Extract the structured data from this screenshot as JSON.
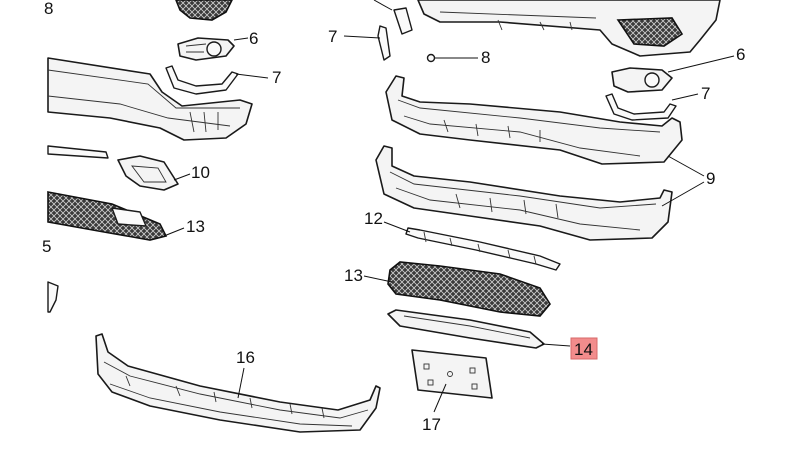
{
  "diagram": {
    "highlighted_callout": "14",
    "callouts": [
      {
        "id": "c6a",
        "label": "6"
      },
      {
        "id": "c7a",
        "label": "7"
      },
      {
        "id": "c7b",
        "label": "7"
      },
      {
        "id": "c8",
        "label": "8"
      },
      {
        "id": "c6b",
        "label": "6"
      },
      {
        "id": "c7c",
        "label": "7"
      },
      {
        "id": "c9",
        "label": "9"
      },
      {
        "id": "c10",
        "label": "10"
      },
      {
        "id": "c12",
        "label": "12"
      },
      {
        "id": "c13a",
        "label": "13"
      },
      {
        "id": "c13b",
        "label": "13"
      },
      {
        "id": "c14",
        "label": "14"
      },
      {
        "id": "c16",
        "label": "16"
      },
      {
        "id": "c17",
        "label": "17"
      },
      {
        "id": "cTopLeft",
        "label": "8"
      },
      {
        "id": "cLeftEdge",
        "label": "5"
      }
    ],
    "colors": {
      "line": "#1a1a1a",
      "highlight": "#f28c8c",
      "background": "#ffffff"
    }
  }
}
